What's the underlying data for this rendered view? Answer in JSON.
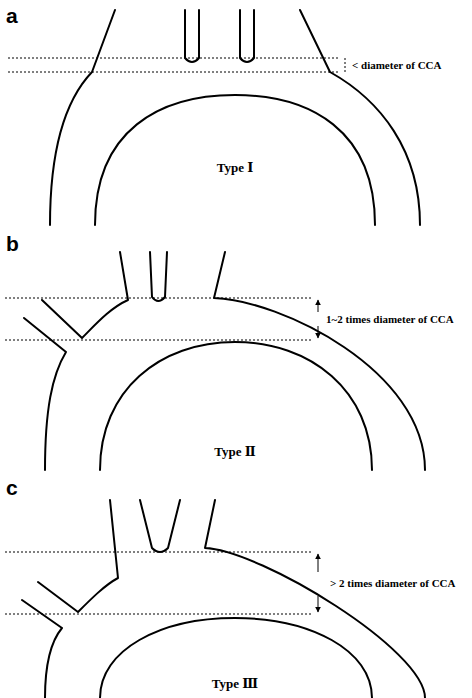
{
  "diagram": {
    "labels": [
      "a",
      "< diameter of CCA",
      "Type Ⅰ",
      "b",
      "1~2 times diameter of CCA",
      "Type Ⅱ",
      "c",
      "> 2 times diameter of CCA",
      "Type Ⅲ"
    ]
  }
}
